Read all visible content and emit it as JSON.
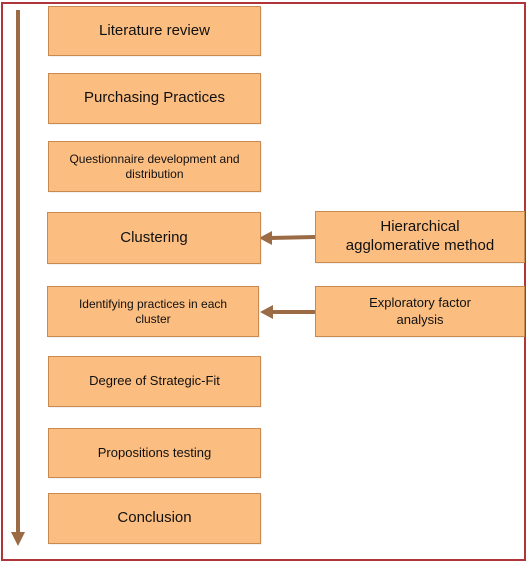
{
  "process_steps": [
    {
      "label": "Literature review"
    },
    {
      "label": "Purchasing Practices"
    },
    {
      "label": "Questionnaire development and distribution"
    },
    {
      "label": "Clustering"
    },
    {
      "label": "Identifying practices in each cluster"
    },
    {
      "label": "Degree of Strategic-Fit"
    },
    {
      "label": "Propositions testing"
    },
    {
      "label": "Conclusion"
    }
  ],
  "methods": [
    {
      "label": "Hierarchical agglomerative method"
    },
    {
      "label": "Exploratory factor analysis"
    }
  ],
  "colors": {
    "box_fill": "#fbbd80",
    "box_border": "#c98a52",
    "arrow": "#9b6b45",
    "frame": "#b0353a"
  }
}
